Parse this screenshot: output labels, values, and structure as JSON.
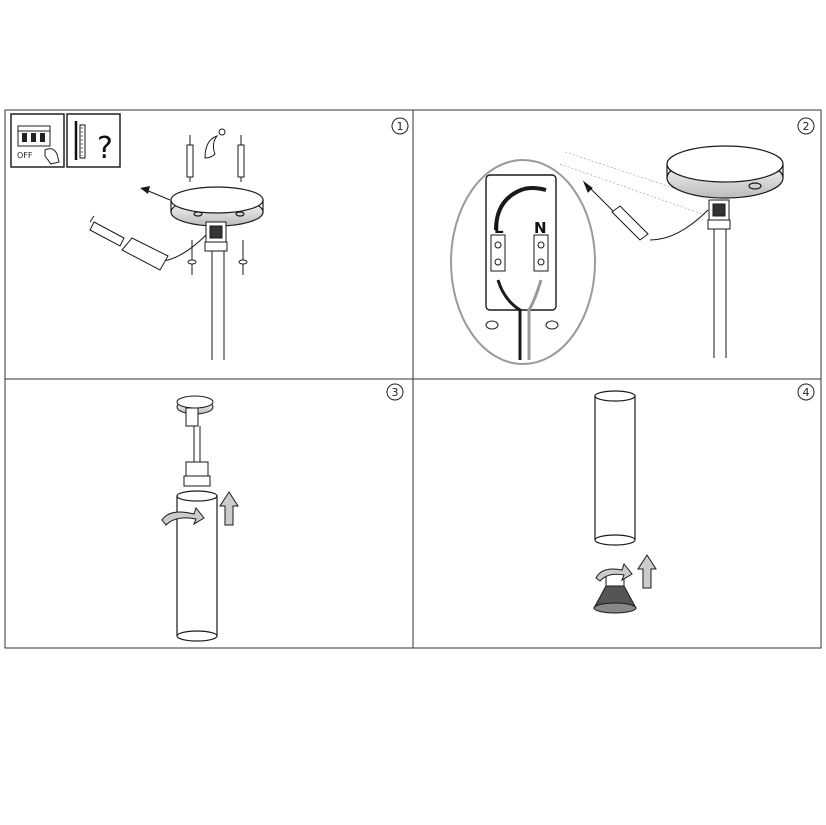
{
  "panels": [
    {
      "number": "1"
    },
    {
      "number": "2"
    },
    {
      "number": "3"
    },
    {
      "number": "4"
    }
  ],
  "icons": {
    "breaker_label": "OFF",
    "tool_query": "?"
  },
  "terminal_labels": {
    "live": "L",
    "neutral": "N"
  },
  "colors": {
    "line": "#1a1a1a",
    "arrow_fill": "#cccccc",
    "wire_grey": "#9a9a9a"
  }
}
